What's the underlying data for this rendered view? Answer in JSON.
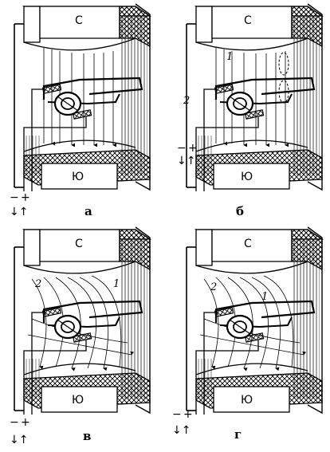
{
  "panels": [
    {
      "id": "a",
      "caption": "а",
      "north": "С",
      "south": "Ю",
      "terminals": {
        "minus": "−",
        "plus": "+"
      },
      "arrows": "↓↑",
      "annotations": [],
      "field": "uniform"
    },
    {
      "id": "b",
      "caption": "б",
      "north": "С",
      "south": "Ю",
      "terminals": {
        "minus": "−",
        "plus": "+"
      },
      "arrows": "↓↑",
      "annotations": [
        "1",
        "2"
      ],
      "field": "uniform-with-conductor-field"
    },
    {
      "id": "v",
      "caption": "в",
      "north": "С",
      "south": "Ю",
      "terminals": {
        "minus": "−",
        "plus": "+"
      },
      "arrows": "↓↑",
      "annotations": [
        "2",
        "1"
      ],
      "field": "distorted"
    },
    {
      "id": "g",
      "caption": "г",
      "north": "С",
      "south": "Ю",
      "terminals": {
        "minus": "−",
        "plus": "+"
      },
      "arrows": "↓↑",
      "annotations": [
        "2",
        "1"
      ],
      "field": "distorted-reversed"
    }
  ],
  "colors": {
    "ink": "#000000",
    "paper": "#ffffff"
  }
}
